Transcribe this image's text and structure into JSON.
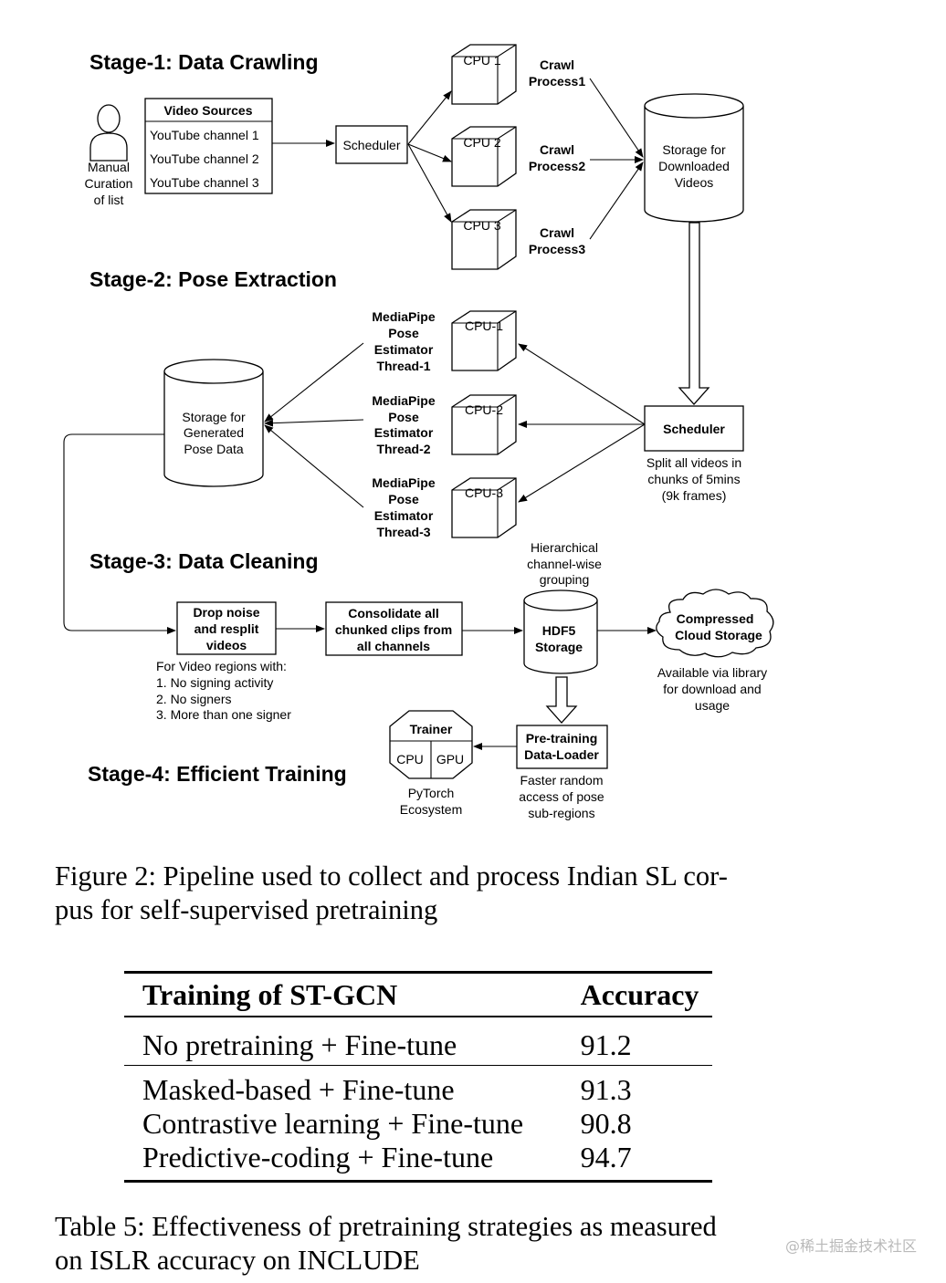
{
  "figure": {
    "stages": {
      "stage1": "Stage-1: Data Crawling",
      "stage2": "Stage-2: Pose Extraction",
      "stage3": "Stage-3: Data Cleaning",
      "stage4": "Stage-4: Efficient Training"
    },
    "manual_curation": [
      "Manual",
      "Curation",
      "of list"
    ],
    "video_sources": {
      "title": "Video Sources",
      "channels": [
        "YouTube channel 1",
        "YouTube channel 2",
        "YouTube channel 3"
      ]
    },
    "scheduler_stage1": "Scheduler",
    "cpus_stage1": [
      "CPU 1",
      "CPU 2",
      "CPU 3"
    ],
    "crawl_processes": [
      [
        "Crawl",
        "Process1"
      ],
      [
        "Crawl",
        "Process2"
      ],
      [
        "Crawl",
        "Process3"
      ]
    ],
    "storage_videos": [
      "Storage for",
      "Downloaded",
      "Videos"
    ],
    "scheduler_stage2": "Scheduler",
    "scheduler_note": [
      "Split all videos in",
      "chunks of 5mins",
      "(9k frames)"
    ],
    "cpus_stage2": [
      "CPU-1",
      "CPU-2",
      "CPU-3"
    ],
    "pose_threads": [
      [
        "MediaPipe",
        "Pose",
        "Estimator",
        "Thread-1"
      ],
      [
        "MediaPipe",
        "Pose",
        "Estimator",
        "Thread-2"
      ],
      [
        "MediaPipe",
        "Pose",
        "Estimator",
        "Thread-3"
      ]
    ],
    "storage_pose": [
      "Storage for",
      "Generated",
      "Pose Data"
    ],
    "drop_noise": [
      "Drop noise",
      "and resplit",
      "videos"
    ],
    "drop_noise_note": [
      "For Video regions with:",
      "1. No signing activity",
      "2. No signers",
      "3. More than one signer"
    ],
    "consolidate": [
      "Consolidate all",
      "chunked clips from",
      "all channels"
    ],
    "grouping_note": [
      "Hierarchical",
      "channel-wise",
      "grouping"
    ],
    "hdf5": [
      "HDF5",
      "Storage"
    ],
    "cloud": [
      "Compressed",
      "Cloud Storage"
    ],
    "cloud_note": [
      "Available via library",
      "for download and",
      "usage"
    ],
    "dataloader": [
      "Pre-training",
      "Data-Loader"
    ],
    "dataloader_note": [
      "Faster random",
      "access of pose",
      "sub-regions"
    ],
    "trainer": {
      "title": "Trainer",
      "cpu": "CPU",
      "gpu": "GPU"
    },
    "pytorch": [
      "PyTorch",
      "Ecosystem"
    ]
  },
  "figure_caption": [
    "Figure 2: Pipeline used to collect and process Indian SL cor-",
    "pus for self-supervised pretraining"
  ],
  "table": {
    "headers": [
      "Training of ST-GCN",
      "Accuracy"
    ],
    "rows": [
      [
        "No pretraining + Fine-tune",
        "91.2"
      ],
      [
        "Masked-based + Fine-tune",
        "91.3"
      ],
      [
        "Contrastive learning + Fine-tune",
        "90.8"
      ],
      [
        "Predictive-coding + Fine-tune",
        "94.7"
      ]
    ]
  },
  "table_caption": [
    "Table 5: Effectiveness of pretraining strategies as measured",
    "on ISLR accuracy on INCLUDE"
  ],
  "watermark": "@稀土掘金技术社区"
}
